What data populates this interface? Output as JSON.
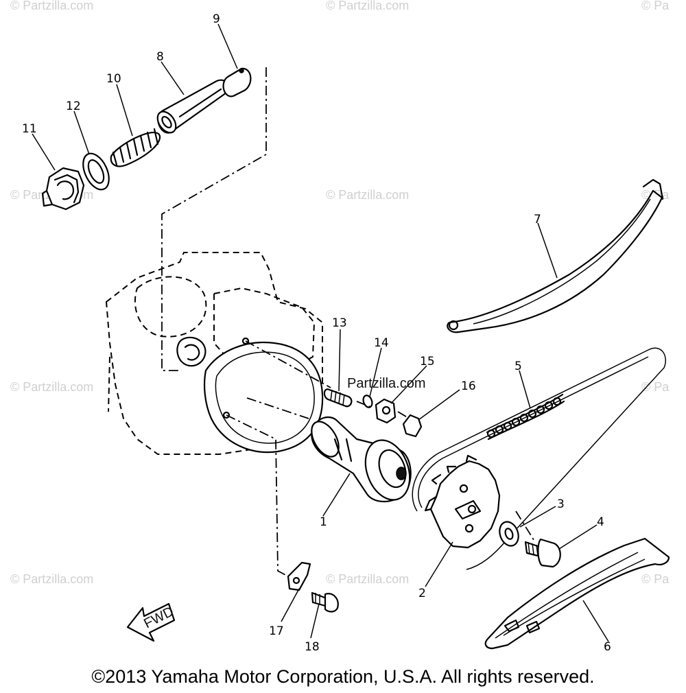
{
  "diagram": {
    "callouts": [
      {
        "id": "c1",
        "label": "1"
      },
      {
        "id": "c2",
        "label": "2"
      },
      {
        "id": "c3",
        "label": "3"
      },
      {
        "id": "c4",
        "label": "4"
      },
      {
        "id": "c5",
        "label": "5"
      },
      {
        "id": "c6",
        "label": "6"
      },
      {
        "id": "c7",
        "label": "7"
      },
      {
        "id": "c8",
        "label": "8"
      },
      {
        "id": "c9",
        "label": "9"
      },
      {
        "id": "c10",
        "label": "10"
      },
      {
        "id": "c11",
        "label": "11"
      },
      {
        "id": "c12",
        "label": "12"
      },
      {
        "id": "c13",
        "label": "13"
      },
      {
        "id": "c14",
        "label": "14"
      },
      {
        "id": "c15",
        "label": "15"
      },
      {
        "id": "c16",
        "label": "16"
      },
      {
        "id": "c17",
        "label": "17"
      },
      {
        "id": "c18",
        "label": "18"
      }
    ],
    "fwd_label": "FWD",
    "watermark_center": "Partzilla.com",
    "watermarks": [
      "© Partzilla.com",
      "© Partzilla.com",
      "© Pa",
      "© Partzilla.com",
      "© Partzilla.com",
      "© Pa",
      "© Partzilla.com",
      "© Pa",
      "© Partzilla.com",
      "© Partzilla.com",
      "© Pa"
    ]
  },
  "footer": {
    "copyright": "©2013 Yamaha Motor Corporation, U.S.A. All rights reserved."
  }
}
